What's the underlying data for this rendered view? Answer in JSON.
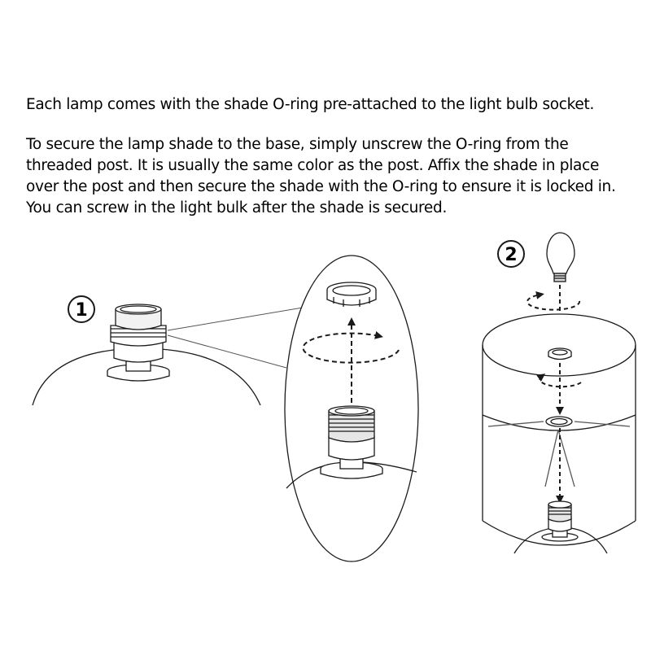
{
  "instructions": {
    "line1": "Each lamp comes with the shade O-ring pre-attached to the light bulb socket.",
    "line2": "To secure the lamp shade to the base, simply unscrew the O-ring from the",
    "line3": "threaded post. It is usually the same color as the post. Affix the shade in place",
    "line4": "over the post and then secure the shade with the O-ring to ensure it is locked in.",
    "line5": "You can screw in the light bulk after the shade is secured."
  },
  "steps": {
    "step1": "1",
    "step2": "2"
  },
  "style": {
    "stroke_color": "#1a1a1a",
    "light_stroke": "#555555"
  }
}
